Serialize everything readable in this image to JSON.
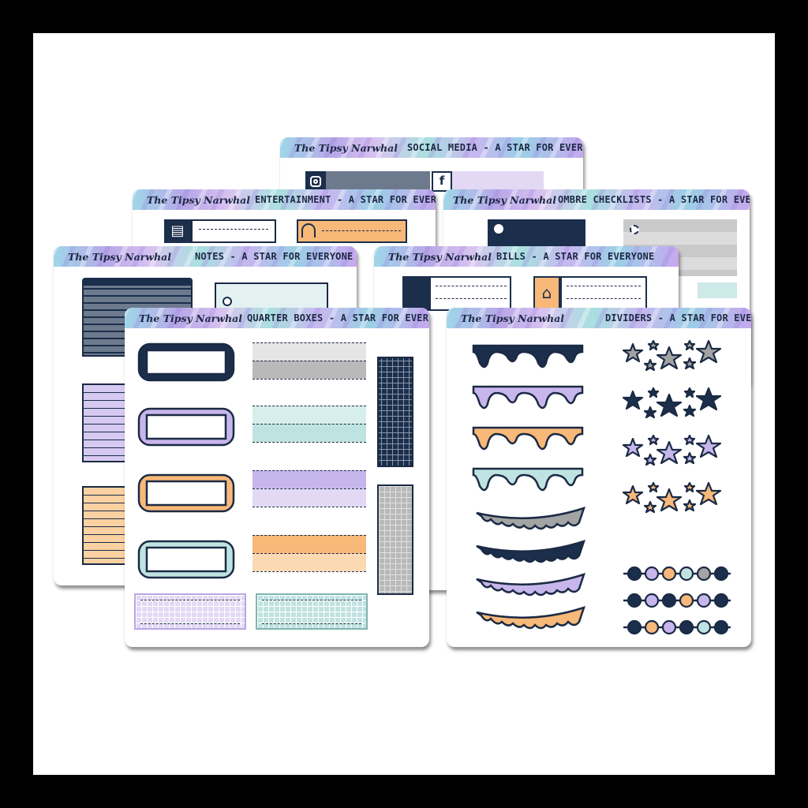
{
  "brand": "The Tipsy Narwhal",
  "sheets": {
    "social_media": "SOCIAL MEDIA - A STAR FOR EVERYONE",
    "entertainment": "ENTERTAINMENT - A STAR FOR EVERYONE",
    "ombre_checklists": "OMBRE CHECKLISTS - A STAR FOR EVERYONE",
    "notes": "NOTES - A STAR FOR EVERYONE",
    "bills": "BILLS - A STAR FOR EVERYONE",
    "quarter_boxes": "QUARTER BOXES - A STAR FOR EVERYONE",
    "dividers": "DIVIDERS - A STAR FOR EVERYONE"
  },
  "palette": {
    "navy": "#1b2e4b",
    "slate": "#6d7a8e",
    "gray": "#a3a3a3",
    "lavender": "#b9a6e4",
    "mint": "#bfe3e1",
    "peach": "#f7b878",
    "lilac_light": "#e3d9f5"
  },
  "icons": [
    "instagram-icon",
    "facebook-icon",
    "book-icon",
    "headphones-icon",
    "flower-icon",
    "water-tap-icon",
    "house-icon",
    "star-icon"
  ]
}
